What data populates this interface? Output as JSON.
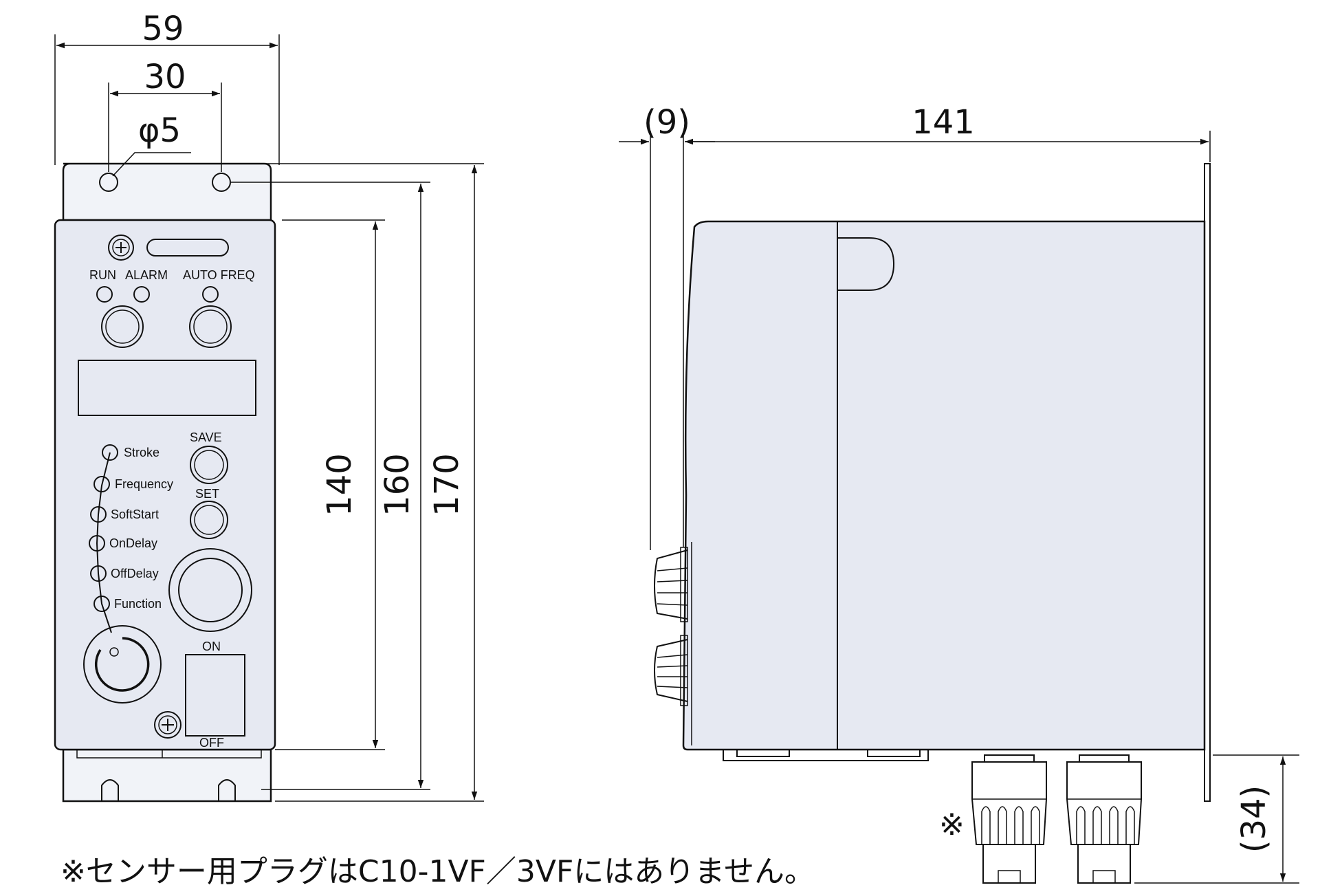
{
  "dimensions": {
    "width_59": "59",
    "hole_pitch_30": "30",
    "hole_dia": "φ5",
    "height_140": "140",
    "height_160": "160",
    "height_170": "170",
    "offset_9": "(9)",
    "depth_141": "141",
    "plug_34": "(34)"
  },
  "panel_labels": {
    "run": "RUN",
    "alarm": "ALARM",
    "auto_freq": "AUTO FREQ",
    "save": "SAVE",
    "set": "SET",
    "on": "ON",
    "off": "OFF",
    "modes": [
      "Stroke",
      "Frequency",
      "SoftStart",
      "OnDelay",
      "OffDelay",
      "Function"
    ]
  },
  "marks": {
    "reference_mark": "※"
  },
  "footnote": "※センサー用プラグはC10-1VF／3VFにはありません。",
  "colors": {
    "body_fill": "#e6e9f2",
    "line": "#111111"
  }
}
